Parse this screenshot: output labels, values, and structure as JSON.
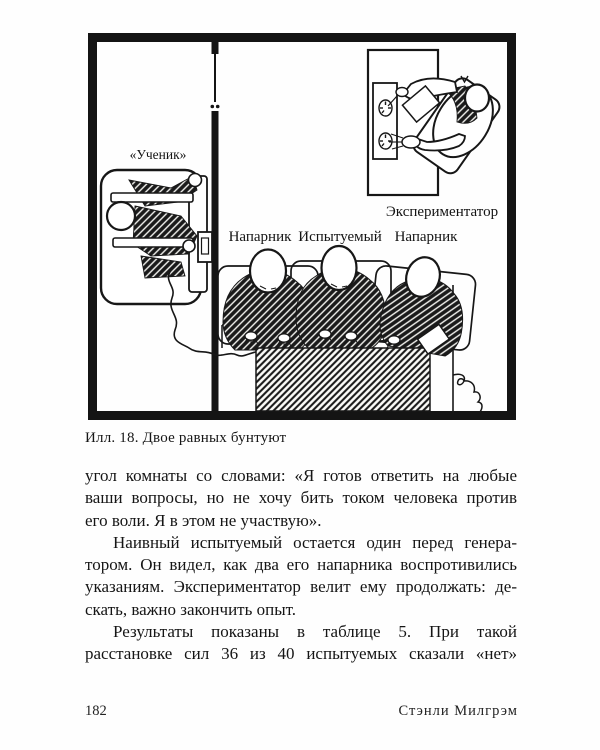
{
  "figure": {
    "learner_label": "«Ученик»",
    "experimenter_label": "Экспериментатор",
    "seat_labels": {
      "left": "Напарник",
      "center": "Испытуемый",
      "right": "Напарник"
    }
  },
  "caption": "Илл. 18. Двое равных бунтуют",
  "body": {
    "paragraphs": [
      {
        "indent": false,
        "justify_last": false,
        "lines": [
          "угол комнаты со словами: «Я готов ответить на любые",
          "ваши вопросы, но не хочу бить током человека против",
          "его воли. Я в этом не участвую»."
        ]
      },
      {
        "indent": true,
        "justify_last": false,
        "lines": [
          "Наивный испытуемый остается один перед генера-",
          "тором. Он видел, как два его напарника воспротивились",
          "указаниям. Экспериментатор велит ему продолжать: де-",
          "скать, важно закончить опыт."
        ]
      },
      {
        "indent": true,
        "justify_last": true,
        "lines": [
          "Результаты показаны в таблице 5. При такой",
          "расстановке сил 36 из 40 испытуемых сказали «нет»"
        ]
      }
    ]
  },
  "footer": {
    "page_number": "182",
    "author": "Стэнли Милгрэм"
  },
  "colors": {
    "ink": "#151515",
    "paper": "#fefefe"
  }
}
